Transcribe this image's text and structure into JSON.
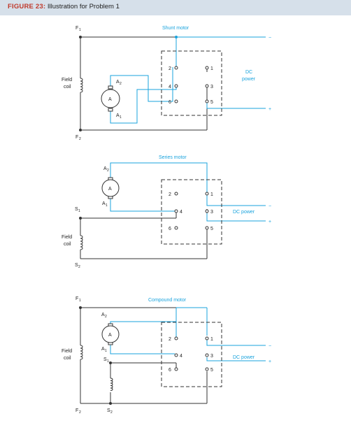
{
  "caption": {
    "figure": "FIGURE 23:",
    "title": "Illustration for Problem 1"
  },
  "colors": {
    "wire": "#1aa3dd",
    "line": "#333333",
    "caption_bar": "#d6e0ea"
  },
  "d1": {
    "f1": "F",
    "f1s": "1",
    "f2": "F",
    "f2s": "2",
    "title": "Shunt motor",
    "field1": "Field",
    "field2": "coil",
    "a2": "A",
    "a2s": "2",
    "a1": "A",
    "a1s": "1",
    "arm": "A",
    "t2": "2",
    "t1": "1",
    "t4": "4",
    "t3": "3",
    "t6": "6",
    "t5": "5",
    "dc1": "DC",
    "dc2": "power",
    "minus": "−",
    "plus": "+"
  },
  "d2": {
    "a2": "A",
    "a2s": "2",
    "a1": "A",
    "a1s": "1",
    "arm": "A",
    "title": "Series motor",
    "s1": "S",
    "s1s": "1",
    "s2": "S",
    "s2s": "2",
    "field1": "Field",
    "field2": "coil",
    "t2": "2",
    "t1": "1",
    "t4": "4",
    "t3": "3",
    "t6": "6",
    "t5": "5",
    "dc": "DC power",
    "minus": "−",
    "plus": "+"
  },
  "d3": {
    "f1": "F",
    "f1s": "1",
    "f2": "F",
    "f2s": "2",
    "title": "Compound motor",
    "a2": "A",
    "a2s": "2",
    "a1": "A",
    "a1s": "1",
    "arm": "A",
    "s1": "S",
    "s1s": "1",
    "s2": "S",
    "s2s": "2",
    "field1": "Field",
    "field2": "coil",
    "t2": "2",
    "t1": "1",
    "t4": "4",
    "t3": "3",
    "t6": "6",
    "t5": "5",
    "dc": "DC power",
    "minus": "−",
    "plus": "+"
  }
}
